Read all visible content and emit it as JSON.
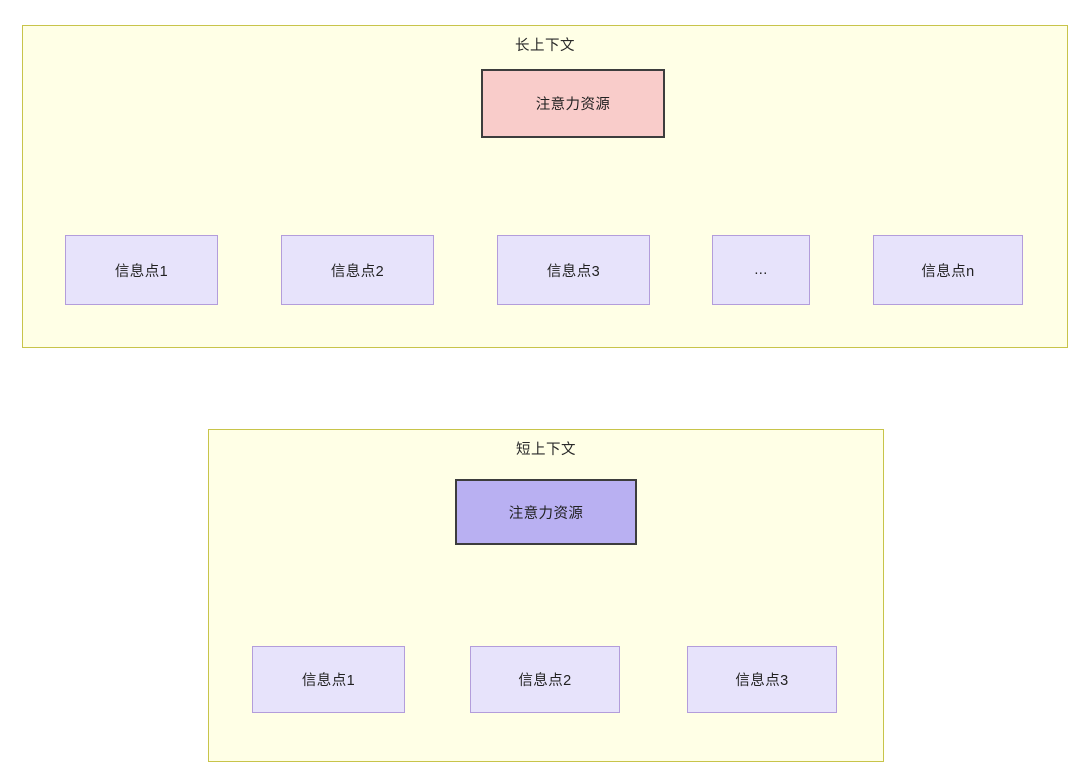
{
  "diagram": {
    "title_semantic": "attention-resource-allocation-long-vs-short-context",
    "colors": {
      "group_fill": "#ffffe6",
      "group_border": "#c8c44a",
      "attention_long_fill": "#f9ccca",
      "attention_short_fill": "#b9b0f2",
      "attention_border": "#3d3d3d",
      "info_fill": "#e7e3fb",
      "info_border": "#b39ddb",
      "edge_stroke": "#2b2b2b"
    },
    "groups": [
      {
        "id": "long",
        "title": "长上下文",
        "root": {
          "label": "注意力资源"
        },
        "children": [
          {
            "label": "信息点1"
          },
          {
            "label": "信息点2"
          },
          {
            "label": "信息点3"
          },
          {
            "label": "..."
          },
          {
            "label": "信息点n"
          }
        ]
      },
      {
        "id": "short",
        "title": "短上下文",
        "root": {
          "label": "注意力资源"
        },
        "children": [
          {
            "label": "信息点1"
          },
          {
            "label": "信息点2"
          },
          {
            "label": "信息点3"
          }
        ]
      }
    ]
  }
}
